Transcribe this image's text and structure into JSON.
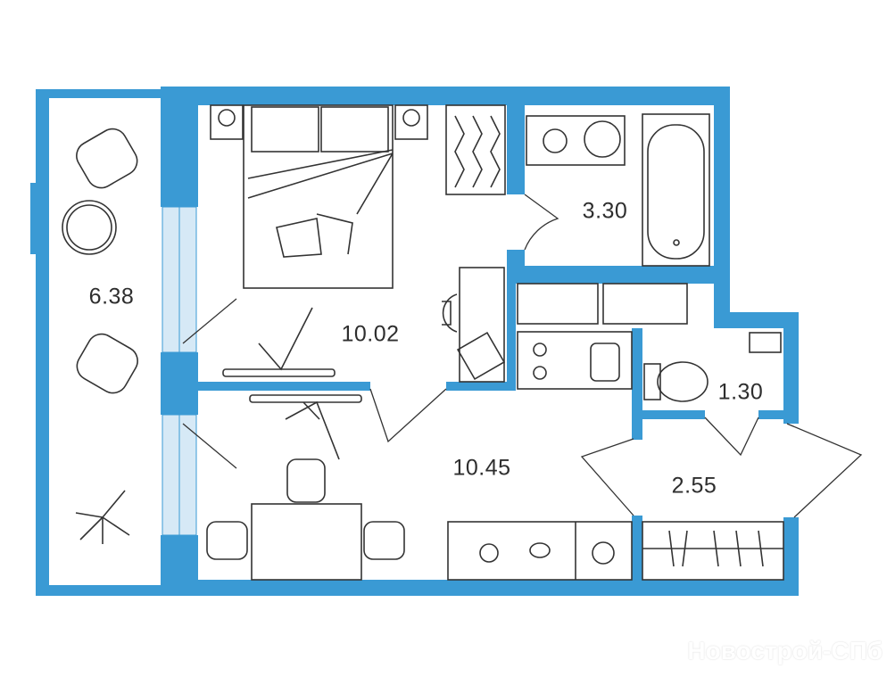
{
  "plan": {
    "rooms": [
      {
        "id": "balcony",
        "area": "6.38"
      },
      {
        "id": "bedroom",
        "area": "10.02"
      },
      {
        "id": "bathroom",
        "area": "3.30"
      },
      {
        "id": "wc",
        "area": "1.30"
      },
      {
        "id": "living-kitchen",
        "area": "10.45"
      },
      {
        "id": "hallway",
        "area": "2.55"
      }
    ],
    "colors": {
      "wall": "#3a9ad4",
      "window": "#d6e9f6",
      "text": "#2e2e2e"
    }
  },
  "watermark": "Новострой-СПб"
}
